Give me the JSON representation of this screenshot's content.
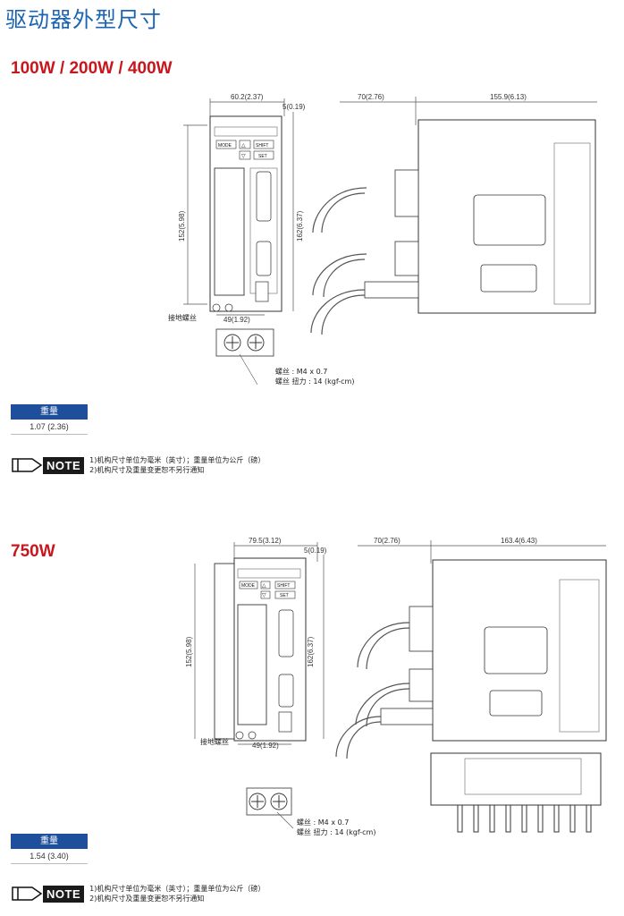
{
  "page_title": "驱动器外型尺寸",
  "sections": [
    {
      "model_title": "100W / 200W / 400W",
      "dims": {
        "front_width": "60.2(2.37)",
        "top_offset": "5(0.19)",
        "side_depth": "70(2.76)",
        "side_length": "155.9(6.13)",
        "height_a": "152(5.98)",
        "height_b": "162(6.37)",
        "bottom_width": "49(1.92)"
      },
      "ground_label": "接地螺丝",
      "screw_spec": "螺丝 : M4 x 0.7",
      "screw_torque": "螺丝 扭力 : 14 (kgf-cm)",
      "panel": {
        "mode": "MODE",
        "shift": "SHIFT",
        "set": "SET",
        "up": "△",
        "down": "▽"
      },
      "weight_header": "重量",
      "weight_value": "1.07 (2.36)"
    },
    {
      "model_title": "750W",
      "dims": {
        "front_width": "79.5(3.12)",
        "top_offset": "5(0.19)",
        "side_depth": "70(2.76)",
        "side_length": "163.4(6.43)",
        "height_a": "152(5.98)",
        "height_b": "162(6.37)",
        "bottom_width": "49(1.92)"
      },
      "ground_label": "接地螺丝",
      "screw_spec": "螺丝 : M4 x 0.7",
      "screw_torque": "螺丝 扭力 : 14 (kgf-cm)",
      "panel": {
        "mode": "MODE",
        "shift": "SHIFT",
        "set": "SET",
        "up": "△",
        "down": "▽"
      },
      "weight_header": "重量",
      "weight_value": "1.54 (3.40)"
    }
  ],
  "note": {
    "badge": "NOTE",
    "line1": "1)机构尺寸单位为毫米（英寸）；重量单位为公斤（磅）",
    "line2": "2)机构尺寸及重量变更恕不另行通知"
  },
  "icons": [
    "note-pencil-icon",
    "ground-screw-icon"
  ]
}
